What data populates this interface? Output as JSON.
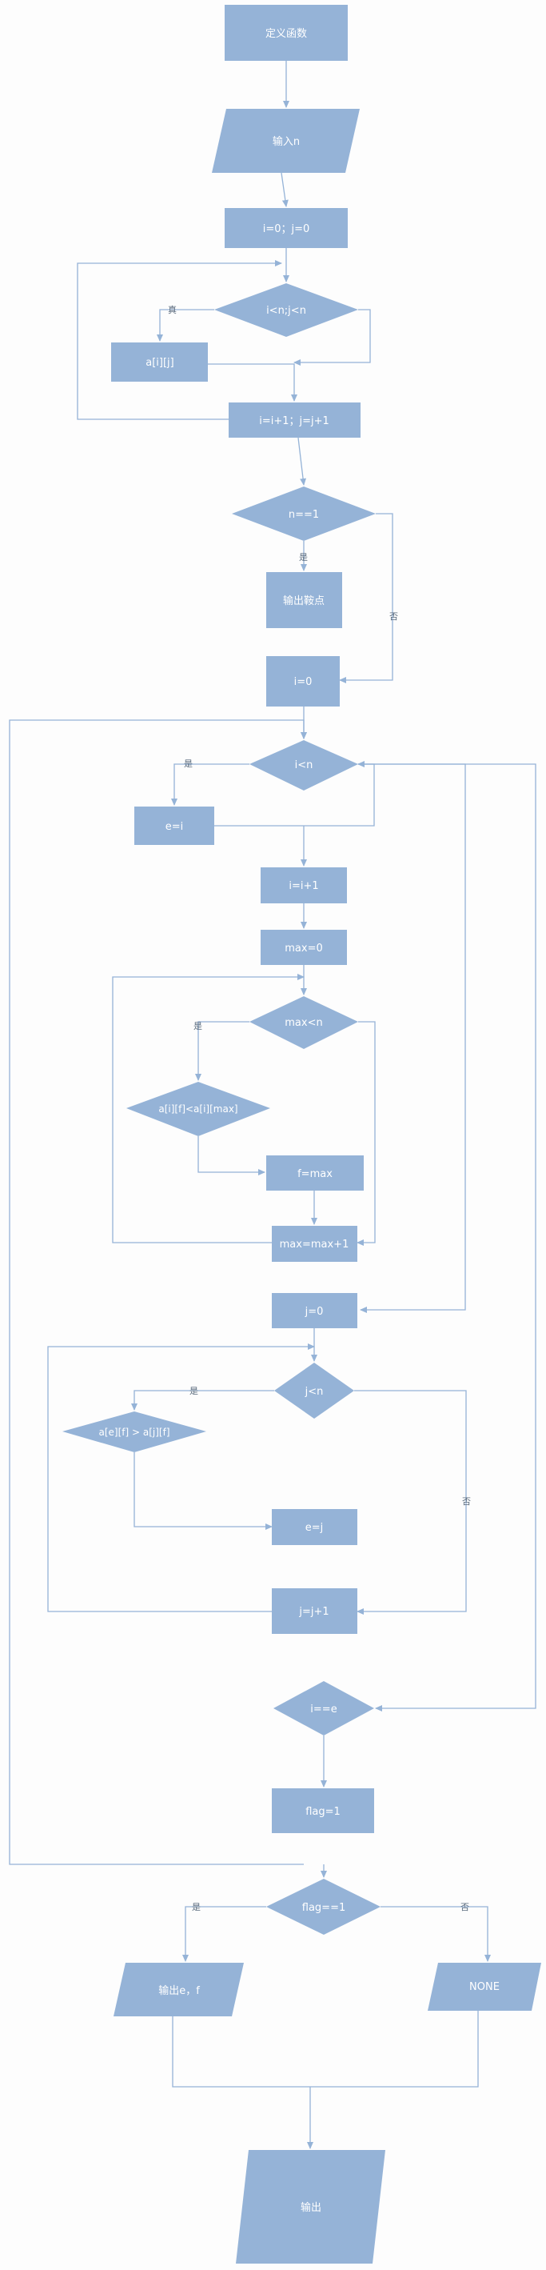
{
  "nodes": {
    "define_func": "定义函数",
    "input_n": "输入n",
    "init_ij": "i=0；j=0",
    "cond_ij": "i<n;j<n",
    "read_aij": "a[i][j]",
    "incr_ij": "i=i+1；j=j+1",
    "cond_n1": "n==1",
    "output_saddle": "输出鞍点",
    "set_i0": "i=0",
    "cond_i_lt_n": "i<n",
    "set_e_i": "e=i",
    "incr_i": "i=i+1",
    "set_max0": "max=0",
    "cond_max_lt_n": "max<n",
    "cond_compare_max": "a[i][f]<a[i][max]",
    "set_f_max": "f=max",
    "incr_max": "max=max+1",
    "set_j0": "j=0",
    "cond_j_lt_n": "j<n",
    "cond_compare_e": "a[e][f] > a[j][f]",
    "set_e_j": "e=j",
    "incr_j": "j=j+1",
    "cond_i_eq_e": "i==e",
    "set_flag1": "flag=1",
    "cond_flag": "flag==1",
    "output_ef": "输出e，f",
    "output_none": "NONE",
    "output_final": "输出"
  },
  "labels": {
    "true_zh": "真",
    "yes_n1": "是",
    "no_n1": "否",
    "yes_i_lt_n": "是",
    "yes_max": "是",
    "yes_j": "是",
    "no_j": "否",
    "yes_flag": "是",
    "no_flag": "否"
  },
  "colors": {
    "shape_fill": "#95b3d7",
    "text": "#ffffff",
    "edge": "#95b3d7"
  }
}
